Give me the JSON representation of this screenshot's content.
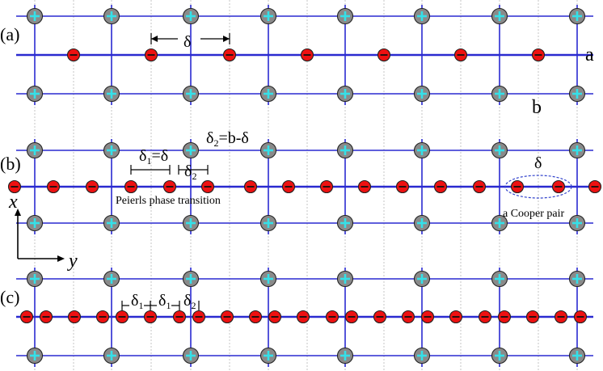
{
  "panels": {
    "a": {
      "label": "(a)",
      "delta": "δ",
      "line_label_a": "a",
      "line_label_b": "b"
    },
    "b": {
      "label": "(b)",
      "delta2_eq_main": "δ",
      "delta2_eq_sub": "2",
      "delta2_eq_rest": "=b-δ",
      "delta1_main": "δ",
      "delta1_sub": "1",
      "delta1_rest": "=δ",
      "delta2_main": "δ",
      "delta2_sub": "2",
      "peierls_text": "Peierls phase transition",
      "pair_delta": "δ",
      "cooper_text": "a Cooper pair"
    },
    "c": {
      "label": "(c)",
      "d1a_main": "δ",
      "d1a_sub": "1",
      "d1b_main": "δ",
      "d1b_sub": "1",
      "d2_main": "δ",
      "d2_sub": "2"
    }
  },
  "axes": {
    "x_label": "x",
    "y_label": "y"
  },
  "colors": {
    "lattice_line": "#2a2ad0",
    "grid_dashed": "#b8b8b8",
    "ion_fill": "#8a8a8a",
    "ion_plus": "#35e0e8",
    "electron_fill": "#ee1111",
    "pair_ellipse": "#3344cc"
  },
  "icons": {
    "ion": "plus-ion-icon",
    "electron": "minus-electron-icon"
  }
}
